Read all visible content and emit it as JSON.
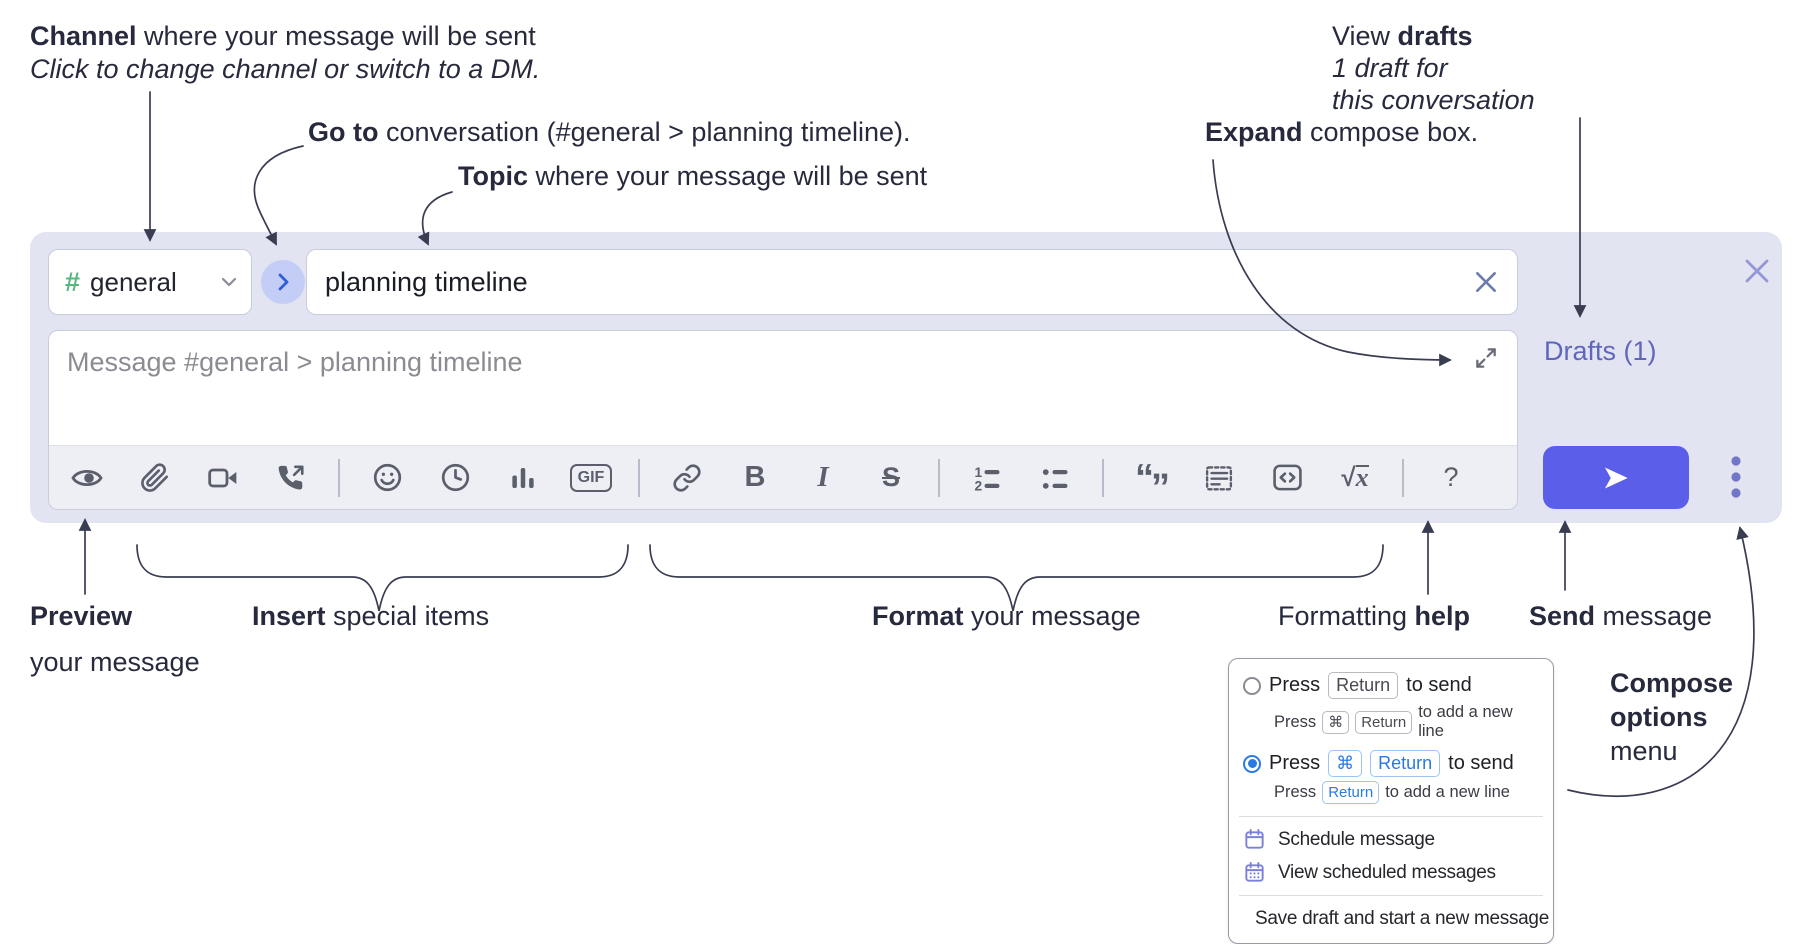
{
  "annotations": {
    "channel": {
      "bold": "Channel",
      "rest": " where your message will be sent",
      "sub": "Click to change channel or switch to a DM."
    },
    "goto": {
      "bold": "Go to",
      "rest": " conversation (#general > planning timeline)."
    },
    "topic": {
      "bold": "Topic",
      "rest": " where your message will be sent"
    },
    "expand": {
      "bold": "Expand",
      "rest": " compose box."
    },
    "drafts": {
      "pre": "View ",
      "bold": "drafts",
      "line2": "1 draft for",
      "line3": "this conversation"
    },
    "preview": {
      "bold": "Preview",
      "line2": "your message"
    },
    "insert": {
      "bold": "Insert",
      "rest": " special items"
    },
    "format": {
      "bold": "Format",
      "rest": " your message"
    },
    "help": {
      "pre": "Formatting ",
      "bold": "help"
    },
    "send": {
      "bold": "Send",
      "rest": " message"
    },
    "compose_options": {
      "line1": "Compose",
      "line2": "options",
      "line3": "menu"
    }
  },
  "composer": {
    "channel": {
      "hash": "#",
      "name": "general"
    },
    "topic_value": "planning timeline",
    "message_placeholder": "Message #general > planning timeline",
    "drafts_label": "Drafts (1)"
  },
  "toolbar": {
    "bold": "B",
    "italic": "I",
    "strike": "S",
    "gif": "GIF",
    "quote_open": "“",
    "quote_close": "”",
    "sqrt_root": "√",
    "sqrt_x": "x",
    "help": "?",
    "ol1": "1",
    "ol2": "2"
  },
  "popup": {
    "option1": {
      "prefix": "Press",
      "key": "Return",
      "suffix": "to send",
      "sub_prefix": "Press",
      "sub_key1": "⌘",
      "sub_key2": "Return",
      "sub_suffix": "to add a new line"
    },
    "option2": {
      "prefix": "Press",
      "key1": "⌘",
      "key2": "Return",
      "suffix": "to send",
      "sub_prefix": "Press",
      "sub_key": "Return",
      "sub_suffix": "to add a new line"
    },
    "items": [
      {
        "label": "Schedule message"
      },
      {
        "label": "View scheduled messages"
      },
      {
        "label": "Save draft and start a new message"
      }
    ]
  },
  "colors": {
    "panel_bg": "#e2e4f2",
    "send_button": "#5a5ee8",
    "drafts_link": "#6165bc",
    "hash_green": "#57b87f",
    "menu_icon_purple": "#7b80dd",
    "radio_blue": "#2a7ae2",
    "toolbar_icon": "#5b5e6b",
    "annotation_text": "#272a3c",
    "goto_circle": "#c4cdf5",
    "goto_chevron": "#2e5ed8",
    "close_x": "#9397d8",
    "topic_clear_x": "#6b7cae"
  }
}
